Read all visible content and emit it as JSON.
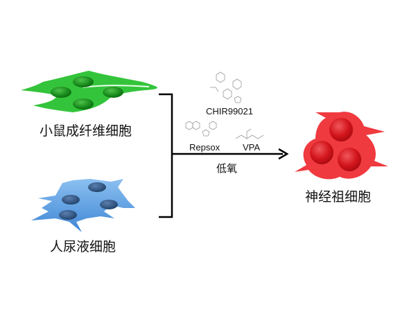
{
  "diagram": {
    "title": "Chemical reprogramming of somatic cells into neural progenitor cells",
    "sources": [
      {
        "id": "mouse-fibroblast",
        "label": "小鼠成纤维细胞",
        "color": "#2fb33a"
      },
      {
        "id": "human-urine-cell",
        "label": "人尿液细胞",
        "color": "#4a90d9"
      }
    ],
    "compounds": [
      {
        "name": "CHIR99021"
      },
      {
        "name": "Repsox"
      },
      {
        "name": "VPA"
      }
    ],
    "condition": "低氧",
    "target": {
      "id": "neural-progenitor",
      "label": "神经祖细胞",
      "color": "#e8242a"
    }
  }
}
